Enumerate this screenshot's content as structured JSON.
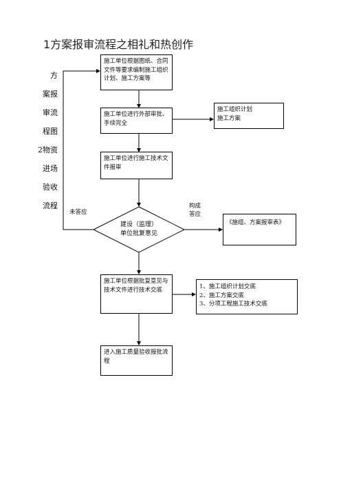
{
  "title": "1方案报审流程之相礼和热创作",
  "side_text": [
    "方",
    "案报",
    "审流",
    "程图",
    "2物资",
    "进场",
    "验收",
    "流程"
  ],
  "boxes": {
    "b1": "施工单位根据图纸、合同文件等要求编制施工组织计划、施工方案等",
    "b2": "施工单位进行外部审批、手续完全",
    "b3": "施工单位进行施工技术文件报审",
    "b4": "施工单位根据批复意见与技术文件进行技术交底",
    "b5": "进入施工质量验收报批流程",
    "r1_line1": "施工组织计划",
    "r1_line2": "施工方案",
    "r2": "《施组、方案报审表》",
    "r3_line1": "1、施工组织计划交底",
    "r3_line2": "2、施工方案交底",
    "r3_line3": "3、分项工程施工技术交底"
  },
  "decision": {
    "line1": "建设（监理）",
    "line2": "单位批复意见"
  },
  "labels": {
    "not_approved": "未答应",
    "approved_line1": "构成",
    "approved_line2": "答应"
  }
}
